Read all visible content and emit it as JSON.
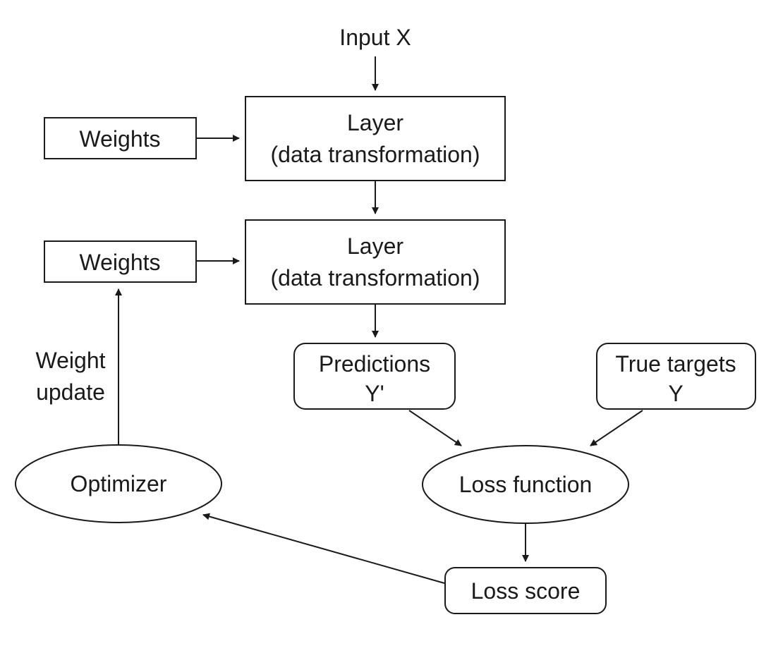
{
  "diagram": {
    "input": "Input X",
    "layer1": {
      "line1": "Layer",
      "line2": "(data transformation)"
    },
    "layer2": {
      "line1": "Layer",
      "line2": "(data transformation)"
    },
    "weights1": "Weights",
    "weights2": "Weights",
    "weight_update": {
      "line1": "Weight",
      "line2": "update"
    },
    "predictions": {
      "line1": "Predictions",
      "line2": "Y'"
    },
    "true_targets": {
      "line1": "True targets",
      "line2": "Y"
    },
    "optimizer": "Optimizer",
    "loss_function": "Loss function",
    "loss_score": "Loss score"
  },
  "colors": {
    "stroke": "#1a1a1a",
    "background": "#ffffff"
  }
}
